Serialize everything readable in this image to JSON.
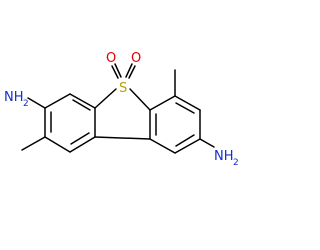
{
  "structure": {
    "atoms": {
      "sulfur": "S",
      "oxygen_left": "O",
      "oxygen_right": "O",
      "amine_left": {
        "main": "NH",
        "sub": "2"
      },
      "amine_right": {
        "main": "NH",
        "sub": "2"
      }
    },
    "colors": {
      "bond": "#000000",
      "sulfur": "#b8a000",
      "oxygen": "#e00000",
      "nitrogen": "#1030d0"
    }
  }
}
